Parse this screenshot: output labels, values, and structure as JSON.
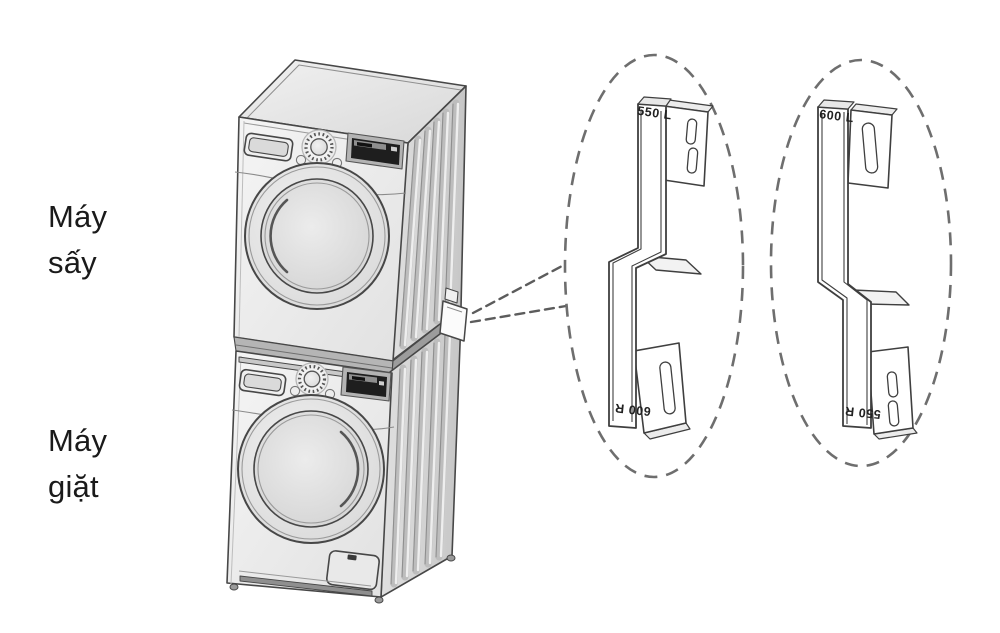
{
  "illustration": {
    "left_labels": {
      "dryer": "Máy sấy",
      "washer": "Máy giặt"
    },
    "bracket_callouts": {
      "left_bracket": {
        "top_marking": "550 L",
        "bottom_marking": "600 R"
      },
      "right_bracket": {
        "top_marking": "600 L",
        "bottom_marking": "550 R"
      }
    }
  },
  "colors": {
    "background": "#ffffff",
    "outline": "#474747",
    "dashed_line": "#6e6e6e",
    "text": "#1a1a1a",
    "display_window": "#1e1e1e"
  }
}
